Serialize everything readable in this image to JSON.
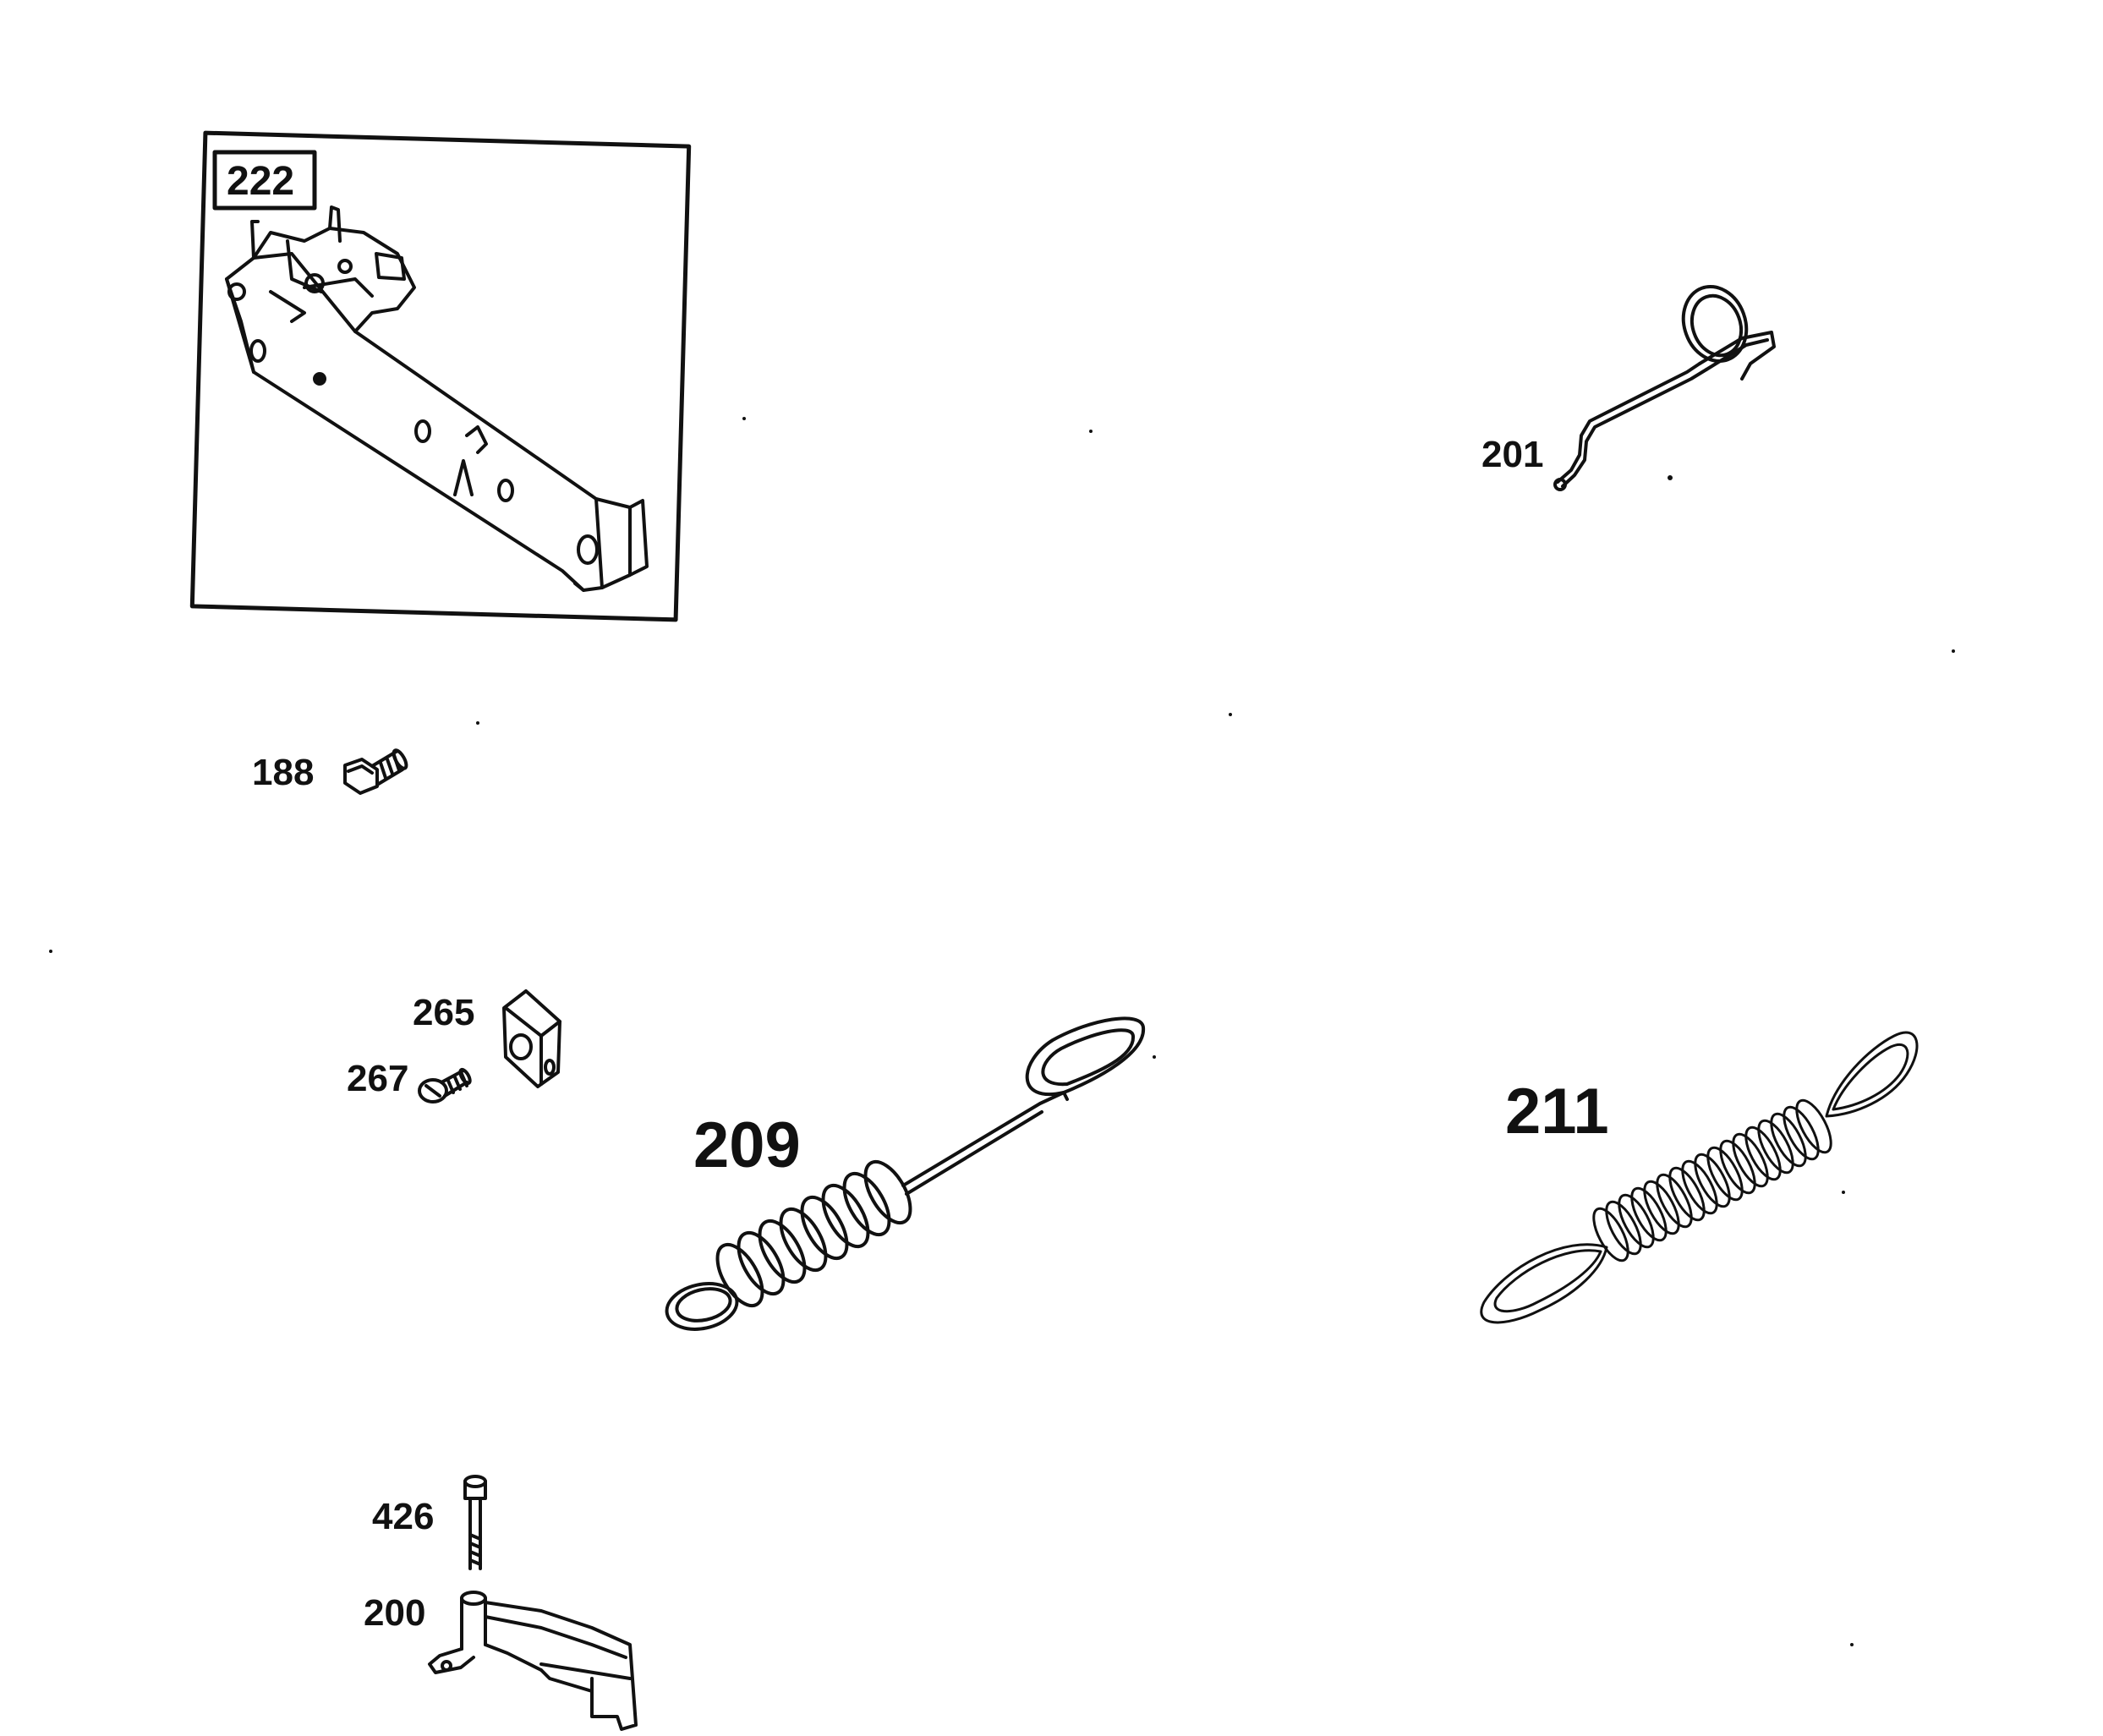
{
  "diagram": {
    "parts": {
      "bracket": {
        "number": "222"
      },
      "spring_clip": {
        "number": "201"
      },
      "bolt_188": {
        "number": "188"
      },
      "block": {
        "number": "265"
      },
      "screw": {
        "number": "267"
      },
      "spring_209": {
        "number": "209"
      },
      "spring_211": {
        "number": "211"
      },
      "pin": {
        "number": "426"
      },
      "lever": {
        "number": "200"
      }
    },
    "colors": {
      "ink": "#111111",
      "background": "#ffffff"
    }
  }
}
